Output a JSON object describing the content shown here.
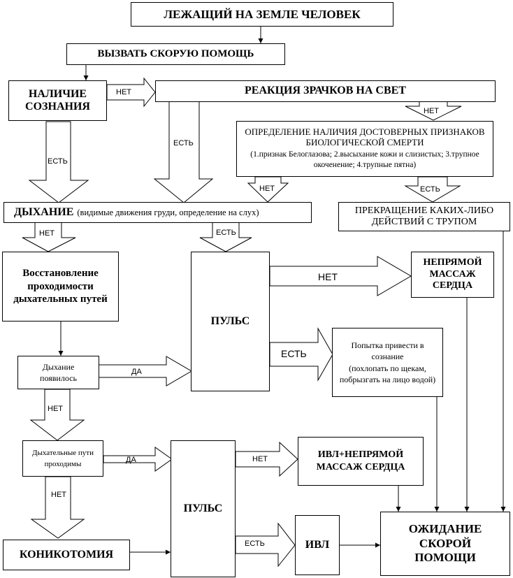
{
  "boxes": {
    "person_on_ground": "ЛЕЖАЩИЙ НА ЗЕМЛЕ ЧЕЛОВЕК",
    "call_ambulance": "ВЫЗВАТЬ СКОРУЮ ПОМОЩЬ",
    "consciousness": "НАЛИЧИЕ СОЗНАНИЯ",
    "pupil_reaction": "РЕАКЦИЯ ЗРАЧКОВ НА СВЕТ",
    "death_signs_title": "ОПРЕДЕЛЕНИЕ НАЛИЧИЯ ДОСТОВЕРНЫХ ПРИЗНАКОВ БИОЛОГИЧЕСКОЙ СМЕРТИ",
    "death_signs_details": "(1.признак Белоглазова; 2.высыхание кожи и слизистых; 3.трупное окоченение; 4.трупные пятна)",
    "breathing_title": "ДЫХАНИЕ",
    "breathing_details": "(видимые движения груди, определение на слух)",
    "stop_actions": "ПРЕКРАЩЕНИЕ КАКИХ-ЛИБО ДЕЙСТВИЙ С ТРУПОМ",
    "restore_airway": "Восстановление проходимости дыхательных путей",
    "pulse_1": "ПУЛЬС",
    "cardiac_massage": "НЕПРЯМОЙ МАССАЖ СЕРДЦА",
    "revive_attempt_line1": "Попытка привести в сознание",
    "revive_attempt_line2": "(похлопать по щекам, побрызгать на лицо водой)",
    "breathing_appeared": "Дыхание появилось",
    "airway_passable": "Дыхательные пути проходимы",
    "pulse_2": "ПУЛЬС",
    "ventilation_massage": "ИВЛ+НЕПРЯМОЙ МАССАЖ СЕРДЦА",
    "ventilation": "ИВЛ",
    "coniotomy": "КОНИКОТОМИЯ",
    "await_ambulance": "ОЖИДАНИЕ СКОРОЙ ПОМОЩИ"
  },
  "labels": {
    "no": "НЕТ",
    "yes": "ЕСТЬ",
    "da": "ДА"
  }
}
